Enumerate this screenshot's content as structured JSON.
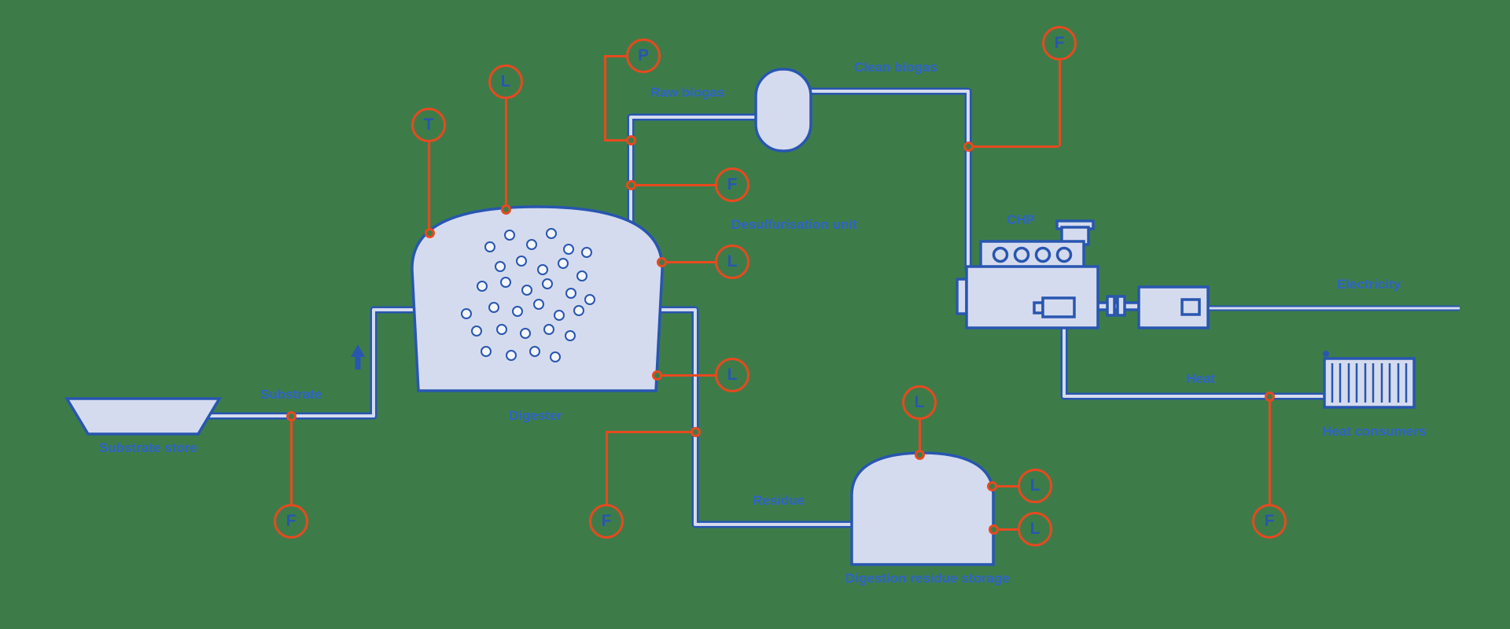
{
  "colors": {
    "background": "#3d7c49",
    "line": "#2856b0",
    "vessel_fill": "#d5dbee",
    "accent": "#e8491f",
    "text": "#2e63c8"
  },
  "labels": {
    "substrate_store": "Substrate store",
    "substrate": "Substrate",
    "digester": "Digester",
    "raw_biogas": "Raw biogas",
    "desulfurisation_unit": "Desulfurisation unit",
    "clean_biogas": "Clean biogas",
    "chp": "CHP",
    "electricity": "Electricity",
    "heat": "Heat",
    "heat_consumers": "Heat consumers",
    "residue": "Residue",
    "digestion_residue_storage": "Digestion residue storage"
  },
  "sensors": [
    {
      "letter": "T"
    },
    {
      "letter": "L"
    },
    {
      "letter": "P"
    },
    {
      "letter": "F"
    },
    {
      "letter": "L"
    },
    {
      "letter": "L"
    },
    {
      "letter": "F"
    },
    {
      "letter": "F"
    },
    {
      "letter": "L"
    },
    {
      "letter": "L"
    },
    {
      "letter": "L"
    },
    {
      "letter": "F"
    },
    {
      "letter": "F"
    }
  ]
}
